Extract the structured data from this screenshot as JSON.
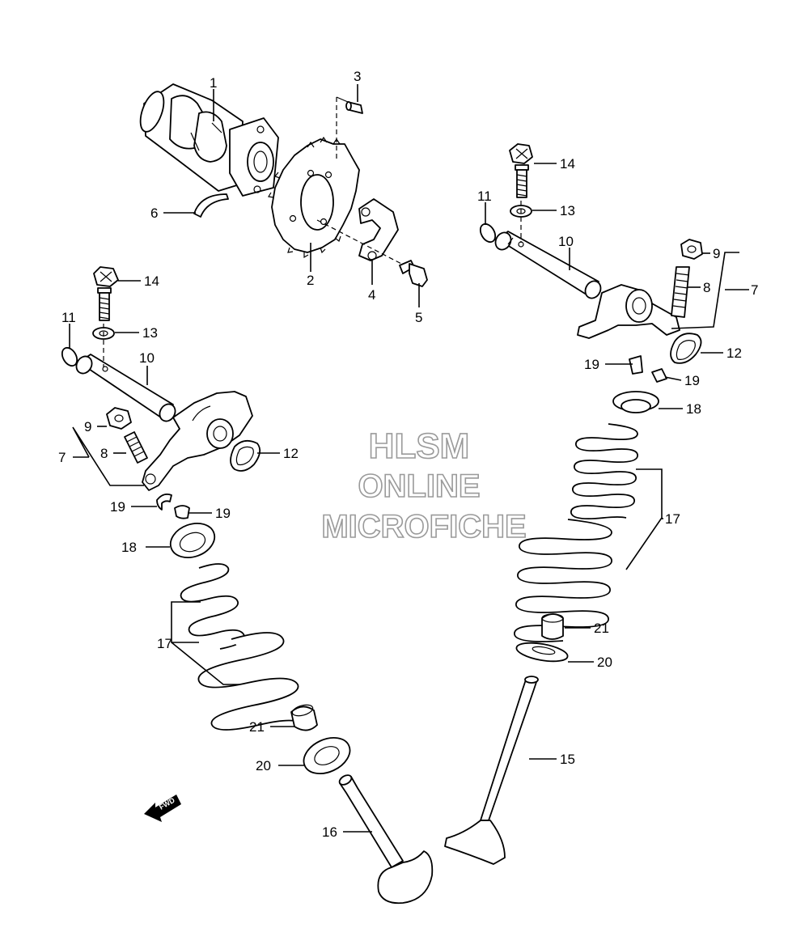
{
  "watermark": {
    "line1": "HLSM",
    "line2": "ONLINE",
    "line3": "MICROFICHE"
  },
  "fwd_label": "FWD",
  "labels": {
    "camshaft": "1",
    "sprocket": "2",
    "pin": "3",
    "plate": "4",
    "sprocket_bolt": "5",
    "clip": "6",
    "rocker_arm_right": "7",
    "rocker_arm_left": "7",
    "adj_screw_right": "8",
    "adj_screw_left": "8",
    "nut_right": "9",
    "nut_left": "9",
    "shaft_right": "10",
    "shaft_left": "10",
    "oring_right": "11",
    "oring_left": "11",
    "gasket_right": "12",
    "gasket_left": "12",
    "washer_right": "13",
    "washer_left": "13",
    "bolt_right": "14",
    "bolt_left": "14",
    "exhaust_valve": "15",
    "intake_valve": "16",
    "spring_right": "17",
    "spring_left": "17",
    "retainer_right": "18",
    "retainer_left": "18",
    "cotter_right_a": "19",
    "cotter_right_b": "19",
    "cotter_left_a": "19",
    "cotter_left_b": "19",
    "seat_right": "20",
    "seat_left": "20",
    "seal_right": "21",
    "seal_left": "21"
  }
}
